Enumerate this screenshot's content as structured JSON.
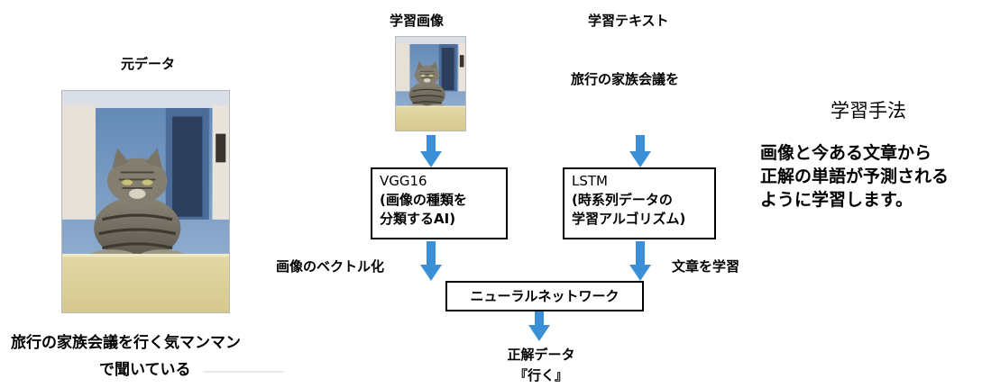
{
  "original": {
    "title": "元データ",
    "caption_line1": "旅行の家族会議を行く気マンマン",
    "caption_line2": "で聞いている"
  },
  "training_image": {
    "title": "学習画像"
  },
  "training_text": {
    "title": "学習テキスト",
    "sample": "旅行の家族会議を"
  },
  "vgg_box": {
    "line1": "VGG16",
    "line2": "(画像の種類を",
    "line3": "分類するAI)"
  },
  "lstm_box": {
    "line1": "LSTM",
    "line2": "(時系列データの",
    "line3": "学習アルゴリズム)"
  },
  "left_edge_label": "画像のベクトル化",
  "right_edge_label": "文章を学習",
  "nn_box": {
    "label": "ニューラルネットワーク"
  },
  "output": {
    "line1": "正解データ",
    "line2": "『行く』"
  },
  "method": {
    "title": "学習手法",
    "line1": "画像と今ある文章から",
    "line2": "正解の単語が予測される",
    "line3": "ように学習します。"
  },
  "colors": {
    "arrow": "#3a8fd6",
    "box_border": "#000000"
  }
}
